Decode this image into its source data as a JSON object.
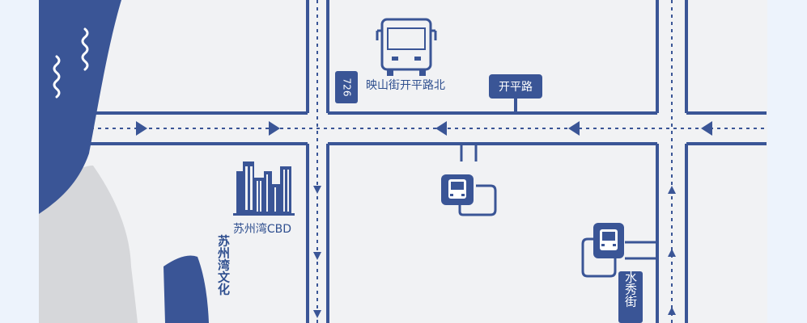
{
  "colors": {
    "page_background": "#edf3fc",
    "map_background": "#f1f2f4",
    "road_blue": "#3a5596",
    "text_blue": "#2f4f8f",
    "tag_text": "#ffffff",
    "grey_area": "#d6d7da"
  },
  "icons": {
    "bus_stop": "bus-icon",
    "building": "cbd-buildings-icon",
    "water": "wave-icon",
    "direction": "arrow-icon"
  },
  "labels": {
    "route_badge": "726",
    "bus_stop_name": "映山街开平路北",
    "road_kaiping": "开平路",
    "cbd": "苏州湾CBD",
    "road_shuixiu": "水秀街",
    "culture_center": "苏州湾文化"
  }
}
